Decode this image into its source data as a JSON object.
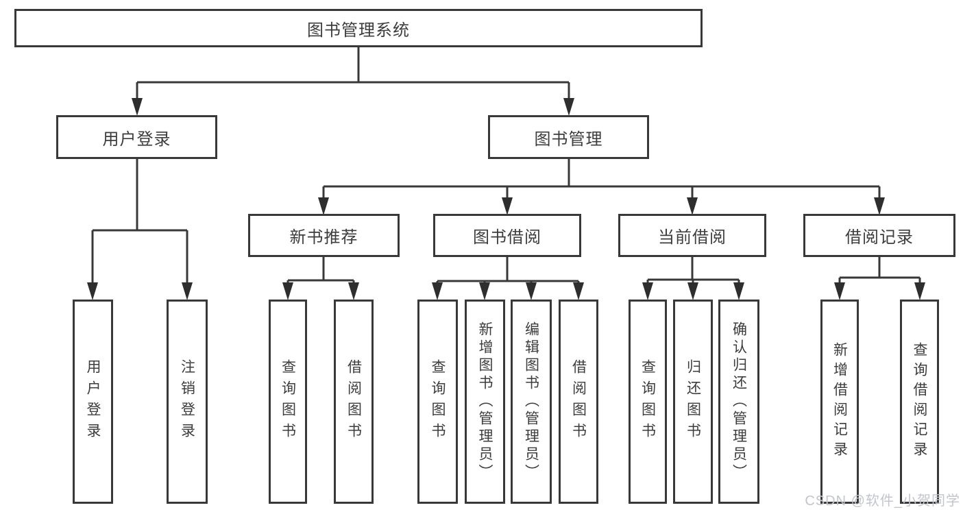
{
  "diagram": {
    "root": {
      "label": "图书管理系统"
    },
    "level2": [
      {
        "label": "用户登录"
      },
      {
        "label": "图书管理"
      }
    ],
    "level3": [
      {
        "label": "新书推荐"
      },
      {
        "label": "图书借阅"
      },
      {
        "label": "当前借阅"
      },
      {
        "label": "借阅记录"
      }
    ],
    "leaves": [
      {
        "label": "用户登录",
        "parent": "用户登录"
      },
      {
        "label": "注销登录",
        "parent": "用户登录"
      },
      {
        "label": "查询图书",
        "parent": "新书推荐"
      },
      {
        "label": "借阅图书",
        "parent": "新书推荐"
      },
      {
        "label": "查询图书",
        "parent": "图书借阅"
      },
      {
        "label": "新增图书（管理员）",
        "parent": "图书借阅"
      },
      {
        "label": "编辑图书（管理员）",
        "parent": "图书借阅"
      },
      {
        "label": "借阅图书",
        "parent": "图书借阅"
      },
      {
        "label": "查询图书",
        "parent": "当前借阅"
      },
      {
        "label": "归还图书",
        "parent": "当前借阅"
      },
      {
        "label": "确认归还（管理员）",
        "parent": "当前借阅"
      },
      {
        "label": "新增借阅记录",
        "parent": "借阅记录"
      },
      {
        "label": "查询借阅记录",
        "parent": "借阅记录"
      }
    ]
  },
  "watermark": {
    "text": "CSDN @软件_小贺同学"
  },
  "colors": {
    "border": "#383838",
    "line": "#383838",
    "arrow": "#2e2e2e",
    "text": "#3c3c3c",
    "watermark": "#c2c5cb",
    "background": "#ffffff"
  }
}
